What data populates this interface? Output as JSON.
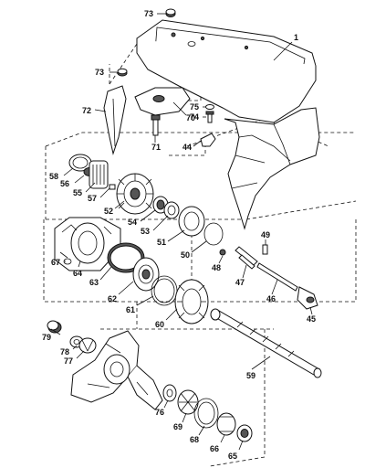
{
  "diagram": {
    "callouts": [
      "73",
      "1",
      "73",
      "72",
      "70",
      "75",
      "74",
      "71",
      "44",
      "58",
      "56",
      "55",
      "57",
      "52",
      "54",
      "53",
      "51",
      "50",
      "49",
      "48",
      "47",
      "46",
      "45",
      "67",
      "64",
      "63",
      "62",
      "61",
      "60",
      "79",
      "78",
      "77",
      "59",
      "76",
      "69",
      "68",
      "66",
      "65"
    ]
  },
  "colors": {
    "ink": "#111111",
    "paper": "#ffffff",
    "shade": "#555555"
  }
}
